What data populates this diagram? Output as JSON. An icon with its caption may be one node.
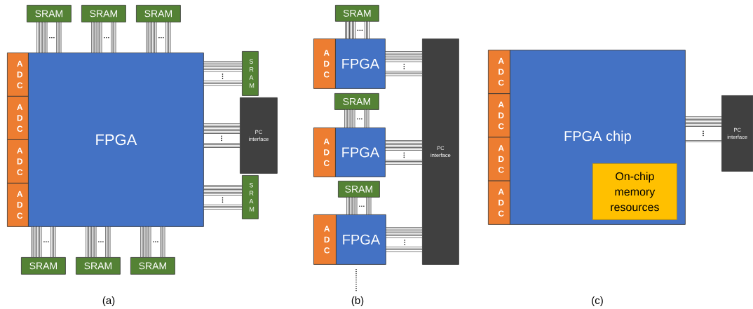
{
  "diagram": {
    "nodes": [
      {
        "text": [
          "FPGA"
        ]
      },
      {
        "text": [
          "A D C"
        ]
      },
      {
        "text": [
          "A D C"
        ]
      },
      {
        "text": [
          "A D C"
        ]
      },
      {
        "text": [
          "A D C"
        ]
      },
      {
        "text": [
          "SRAM"
        ]
      },
      {
        "text": [
          "SRAM"
        ]
      },
      {
        "text": [
          "SRAM"
        ]
      },
      {
        "text": [
          "SRAM"
        ]
      },
      {
        "text": [
          "SRAM"
        ]
      },
      {
        "text": [
          "SRAM"
        ]
      },
      {
        "text": [
          "S R A M"
        ]
      },
      {
        "text": [
          "PC interface"
        ]
      },
      {
        "text": [
          "S R A M"
        ]
      },
      {
        "text": [
          "FPGA"
        ]
      },
      {
        "text": [
          "A D C"
        ]
      },
      {
        "text": [
          "SRAM"
        ]
      },
      {
        "text": [
          "FPGA"
        ]
      },
      {
        "text": [
          "A D C"
        ]
      },
      {
        "text": [
          "SRAM"
        ]
      },
      {
        "text": [
          "FPGA"
        ]
      },
      {
        "text": [
          "A D C"
        ]
      },
      {
        "text": [
          "SRAM"
        ]
      },
      {
        "text": [
          "PC interface"
        ]
      },
      {
        "text": [
          "FPGA chip"
        ]
      },
      {
        "text": [
          "A D C"
        ]
      },
      {
        "text": [
          "A D C"
        ]
      },
      {
        "text": [
          "A D C"
        ]
      },
      {
        "text": [
          "A D C"
        ]
      },
      {
        "text": [
          "On-chip memory resources"
        ],
        "in": 24
      },
      {
        "text": [
          "PC interface"
        ]
      }
    ],
    "edges": [
      {
        "from": 5,
        "to": 0,
        "arrow": "none"
      },
      {
        "from": 6,
        "to": 0,
        "arrow": "none"
      },
      {
        "from": 7,
        "to": 0,
        "arrow": "none"
      },
      {
        "from": 0,
        "to": 8,
        "arrow": "none"
      },
      {
        "from": 0,
        "to": 9,
        "arrow": "none"
      },
      {
        "from": 0,
        "to": 10,
        "arrow": "none"
      },
      {
        "from": 0,
        "to": 11,
        "arrow": "none"
      },
      {
        "from": 0,
        "to": 12,
        "arrow": "none"
      },
      {
        "from": 0,
        "to": 13,
        "arrow": "none"
      },
      {
        "from": 16,
        "to": 14,
        "arrow": "none"
      },
      {
        "from": 19,
        "to": 17,
        "arrow": "none"
      },
      {
        "from": 22,
        "to": 20,
        "arrow": "none"
      },
      {
        "from": 14,
        "to": 23,
        "arrow": "none"
      },
      {
        "from": 17,
        "to": 23,
        "arrow": "none"
      },
      {
        "from": 20,
        "to": 23,
        "arrow": "none"
      },
      {
        "from": 24,
        "to": 30,
        "arrow": "none"
      }
    ],
    "labels": [
      "(a)",
      "(b)",
      "(c)"
    ]
  }
}
